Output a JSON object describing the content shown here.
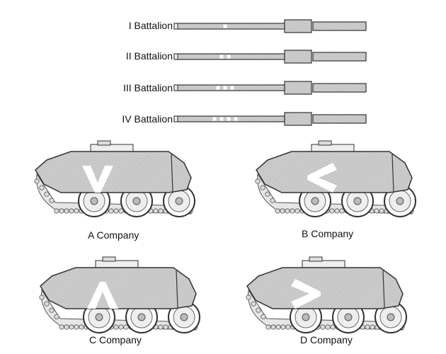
{
  "battalions": [
    {
      "label": "I Battalion",
      "dots": 1
    },
    {
      "label": "II Battalion",
      "dots": 2
    },
    {
      "label": "III Battalion",
      "dots": 3
    },
    {
      "label": "IV Battalion",
      "dots": 4
    }
  ],
  "companies": [
    {
      "label": "A Company",
      "chevron": "down"
    },
    {
      "label": "B Company",
      "chevron": "left"
    },
    {
      "label": "C Company",
      "chevron": "up"
    },
    {
      "label": "D Company",
      "chevron": "right"
    }
  ],
  "colors": {
    "hull": "#c8c8c8",
    "outline": "#333333",
    "marking": "#ffffff"
  }
}
